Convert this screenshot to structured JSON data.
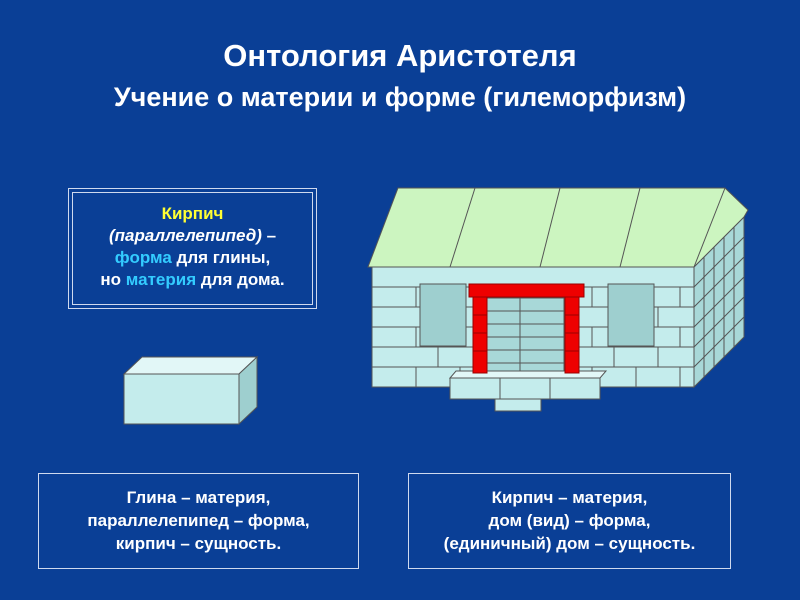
{
  "title": "Онтология Аристотеля",
  "subtitle": "Учение о материи и форме (гилеморфизм)",
  "brick_box": {
    "line1": "Кирпич",
    "line2": "(параллелепипед)",
    "line2_dash": " –",
    "line3_highlight": "форма",
    "line3_rest": " для глины,",
    "line4_prefix": "но ",
    "line4_highlight": "материя",
    "line4_rest": " для дома."
  },
  "clay_box": {
    "line1": "Глина – материя,",
    "line2": "параллелепипед – форма,",
    "line3": "кирпич – сущность."
  },
  "house_box": {
    "line1": "Кирпич – материя,",
    "line2": "дом (вид) – форма,",
    "line3": "(единичный) дом – сущность."
  },
  "colors": {
    "background": "#0a3f96",
    "highlight_yellow": "#ffff33",
    "highlight_cyan": "#33ccff",
    "roof": "#ccf5c0",
    "brick": "#c4ecec",
    "columns": "#ee0000"
  }
}
